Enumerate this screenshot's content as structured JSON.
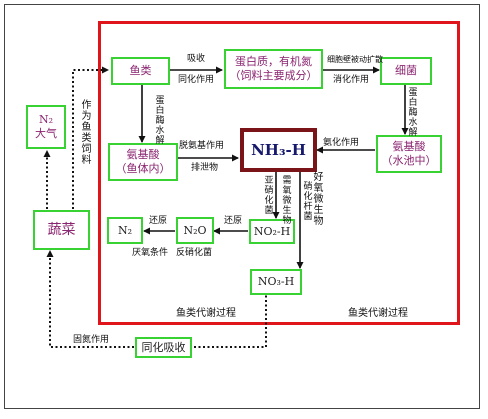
{
  "nodes": {
    "fish": "鱼类",
    "protein_line1": "蛋白质，有机氮",
    "protein_line2": "（饲料主要成分）",
    "bacteria": "细菌",
    "n2_air_line1": "N₂",
    "n2_air_line2": "大气",
    "amino_fish_line1": "氨基酸",
    "amino_fish_line2": "（鱼体内）",
    "nh3": "NH₃-H",
    "amino_pool_line1": "氨基酸",
    "amino_pool_line2": "（水池中）",
    "vegetable": "蔬菜",
    "n2": "N₂",
    "n2o": "N₂O",
    "no2": "NO₂-H",
    "no3": "NO₃-H",
    "assimilation": "同化吸收"
  },
  "labels": {
    "absorb": "吸收",
    "assim_action": "同化作用",
    "cell_wall": "细胞壁被动扩散",
    "digest": "消化作用",
    "fish_feed": "作为鱼类饲料",
    "protease_left": "蛋白酶水解",
    "protease_right": "蛋白酶水解",
    "deamination": "脱氨基作用",
    "excretion": "排泄物",
    "ammonification": "氨化作用",
    "reduction_1": "还原",
    "reduction_2": "还原",
    "nitrifying": "亚硝化菌",
    "microbes": "需氧微生物",
    "nitrobacter": "硝化杆菌",
    "aerobic": "好氧微生物",
    "anaerobic": "厌氧条件",
    "denitrifying": "反硝化菌",
    "metabolism_left": "鱼类代谢过程",
    "metabolism_right": "鱼类代谢过程",
    "fixation": "固氮作用"
  }
}
